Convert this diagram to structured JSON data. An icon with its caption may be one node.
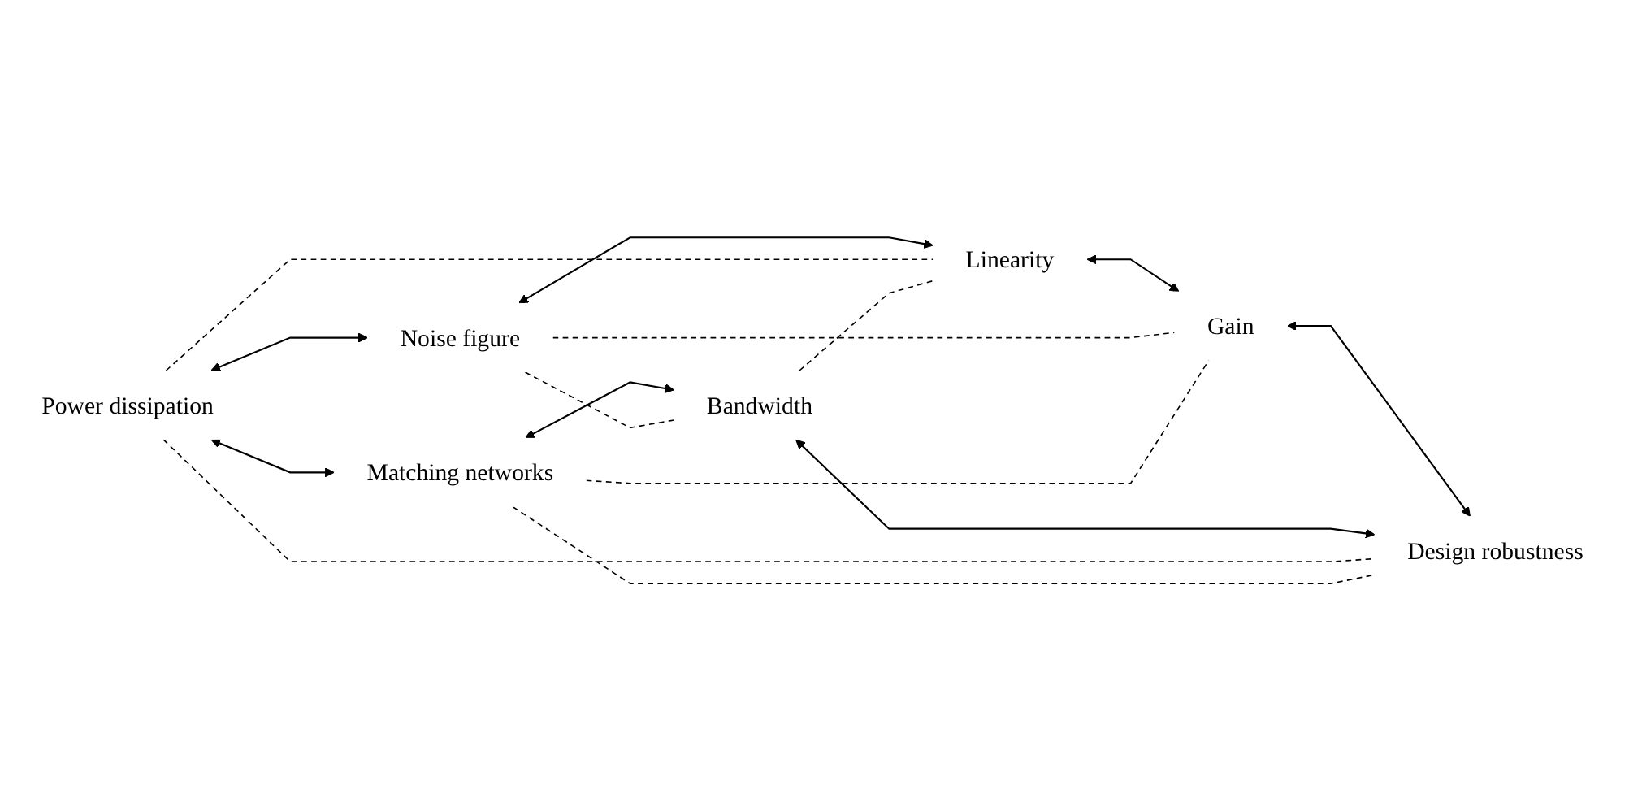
{
  "diagram": {
    "nodes": [
      {
        "text": [
          "Noise figure"
        ]
      },
      {
        "text": [
          "Linearity"
        ]
      },
      {
        "text": [
          "Power dissipation"
        ]
      },
      {
        "text": [
          "Gain"
        ]
      },
      {
        "text": [
          "Matching networks"
        ]
      },
      {
        "text": [
          "Bandwidth"
        ]
      },
      {
        "text": [
          "Design robustness"
        ]
      }
    ],
    "edges": [
      {
        "from": 2,
        "to": 0,
        "arrow": "both"
      },
      {
        "from": 0,
        "to": 1,
        "arrow": "both"
      },
      {
        "from": 1,
        "to": 3,
        "arrow": "both"
      },
      {
        "from": 2,
        "to": 4,
        "arrow": "both"
      },
      {
        "from": 3,
        "to": 6,
        "arrow": "both"
      },
      {
        "from": 4,
        "to": 5,
        "arrow": "both"
      },
      {
        "from": 5,
        "to": 6,
        "arrow": "both"
      },
      {
        "from": 0,
        "to": 5,
        "arrow": "none",
        "style": "dashed"
      },
      {
        "from": 0,
        "to": 3,
        "arrow": "none",
        "style": "dashed"
      },
      {
        "from": 2,
        "to": 1,
        "arrow": "none",
        "style": "dashed"
      },
      {
        "from": 2,
        "to": 6,
        "arrow": "none",
        "style": "dashed"
      },
      {
        "from": 5,
        "to": 1,
        "arrow": "none",
        "style": "dashed"
      },
      {
        "from": 4,
        "to": 3,
        "arrow": "none",
        "style": "dashed"
      },
      {
        "from": 4,
        "to": 6,
        "arrow": "none",
        "style": "dashed"
      }
    ]
  }
}
